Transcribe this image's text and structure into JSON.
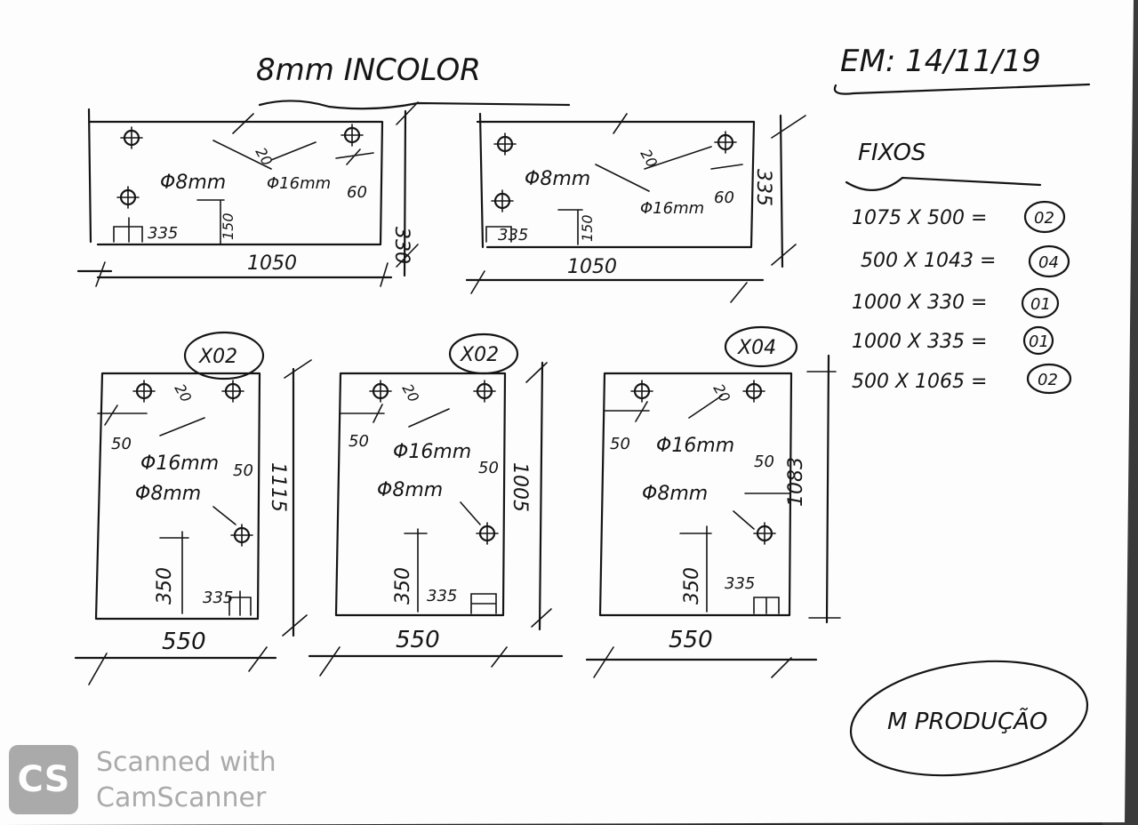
{
  "header": {
    "title": "8mm INCOLOR",
    "date": "EM: 14/11/19"
  },
  "fixos": {
    "heading": "FIXOS",
    "items": [
      {
        "label": "1075 X 500 =",
        "qty": "02"
      },
      {
        "label": "500 X 1043 =",
        "qty": "04"
      },
      {
        "label": "1000 X 330 =",
        "qty": "01"
      },
      {
        "label": "1000 X 335 =",
        "qty": "01"
      },
      {
        "label": "500 X 1065 =",
        "qty": "02"
      }
    ]
  },
  "top_panels": [
    {
      "hole_8": "Φ8mm",
      "hole_16": "Φ16mm",
      "dim_20": "20",
      "dim_60": "60",
      "dim_335": "335",
      "dim_150": "150",
      "height": "330",
      "width": "1050"
    },
    {
      "hole_8": "Φ8mm",
      "hole_16": "Φ16mm",
      "dim_20": "20",
      "dim_60": "60",
      "dim_335": "335",
      "dim_150": "150",
      "height": "335",
      "width": "1050"
    }
  ],
  "bottom_panels": [
    {
      "qty": "X02",
      "dim_20": "20",
      "dim_50a": "50",
      "hole_16": "Φ16mm",
      "dim_50b": "50",
      "hole_8": "Φ8mm",
      "dim_350": "350",
      "dim_335": "335",
      "height": "1115",
      "width": "550"
    },
    {
      "qty": "X02",
      "dim_20": "20",
      "dim_50a": "50",
      "hole_16": "Φ16mm",
      "dim_50b": "50",
      "hole_8": "Φ8mm",
      "dim_350": "350",
      "dim_335": "335",
      "height": "1005",
      "width": "550"
    },
    {
      "qty": "X04",
      "dim_20": "20",
      "dim_50a": "50",
      "hole_16": "Φ16mm",
      "dim_50b": "50",
      "hole_8": "Φ8mm",
      "dim_350": "350",
      "dim_335": "335",
      "height": "1083",
      "width": "550"
    }
  ],
  "signature": "M PRODUÇÃO",
  "watermark": {
    "logo": "CS",
    "line1": "Scanned with",
    "line2": "CamScanner"
  }
}
